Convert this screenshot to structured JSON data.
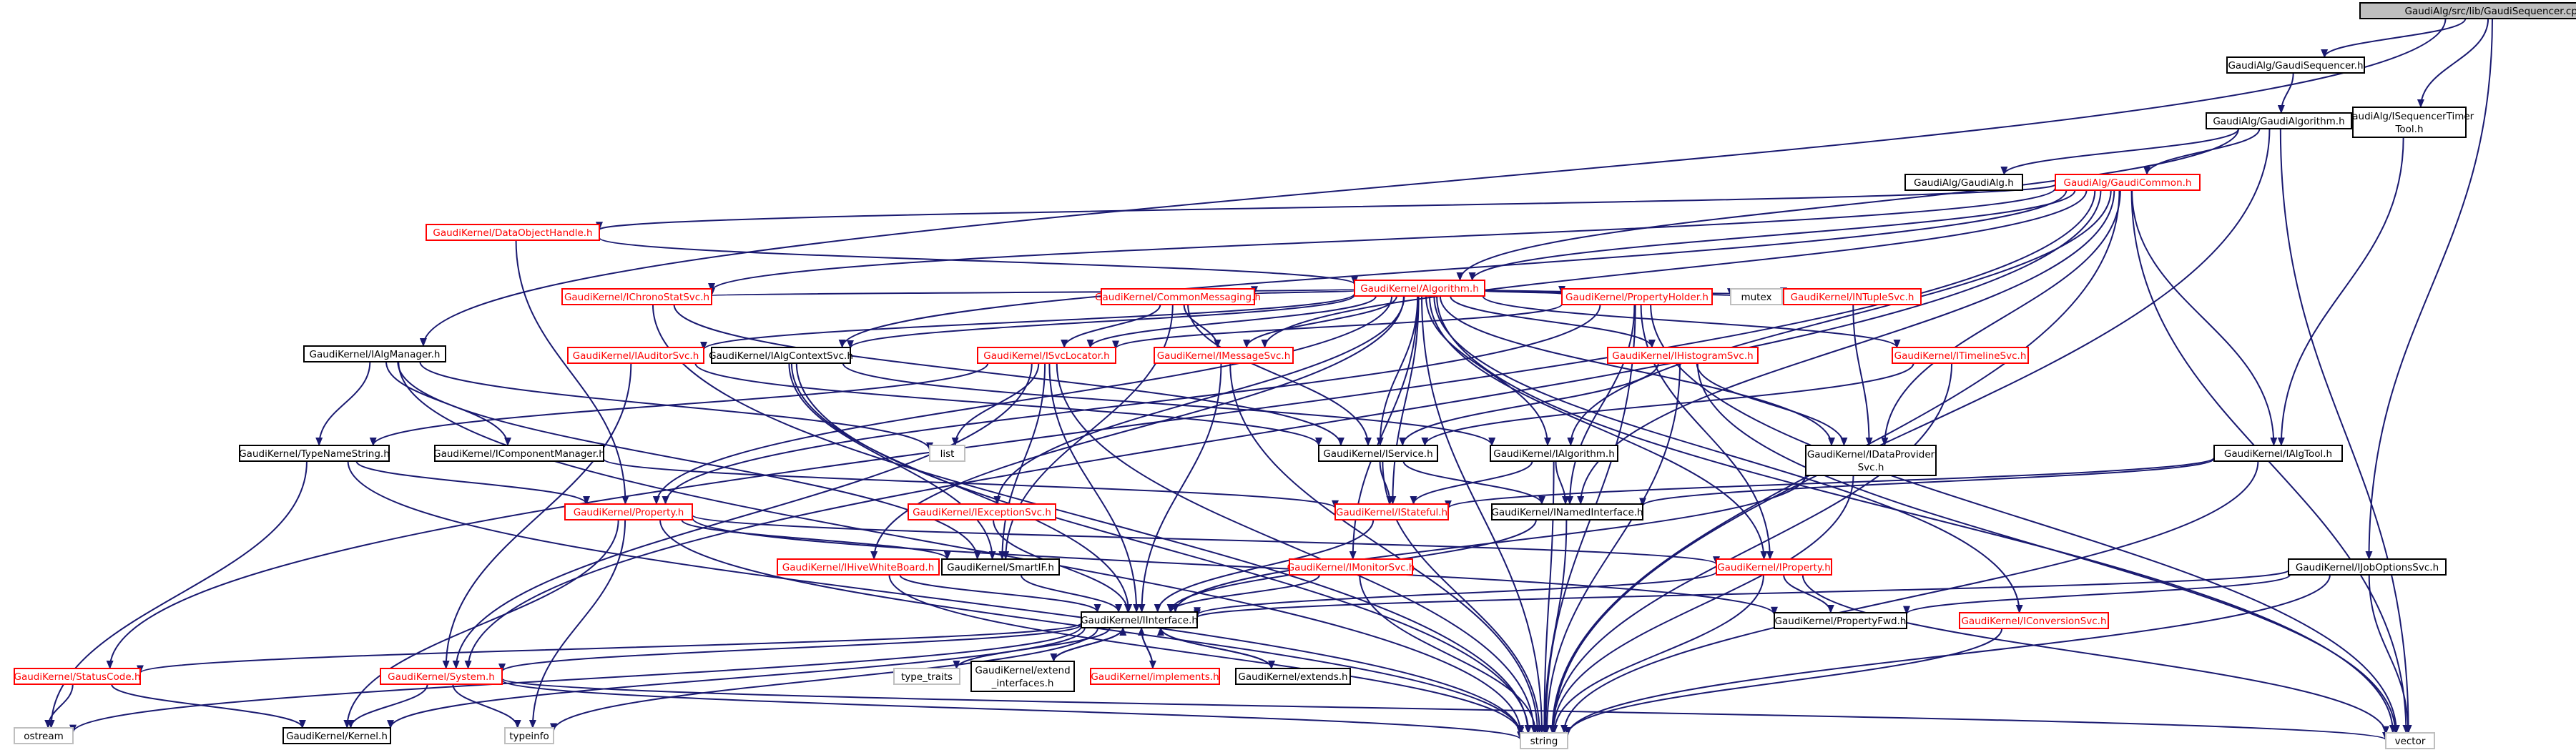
{
  "diagram": {
    "colors": {
      "edge": "#191970",
      "node_border_normal": "#000000",
      "node_border_external": "#bfbfbf",
      "node_border_missing": "#ff0000",
      "root_fill": "#bfbfbf",
      "text_normal": "#000000",
      "text_missing": "#ff0000",
      "text_external": "#000000"
    },
    "nodes": [
      {
        "id": "root",
        "lines": [
          "GaudiAlg/src/lib/GaudiSequencer.cpp"
        ],
        "kind": "root"
      },
      {
        "id": "seq_h",
        "lines": [
          "GaudiAlg/GaudiSequencer.h"
        ],
        "kind": "normal"
      },
      {
        "id": "seqtimer",
        "lines": [
          "GaudiAlg/ISequencerTimer",
          "Tool.h"
        ],
        "kind": "normal"
      },
      {
        "id": "galgorithm",
        "lines": [
          "GaudiAlg/GaudiAlgorithm.h"
        ],
        "kind": "normal"
      },
      {
        "id": "galg",
        "lines": [
          "GaudiAlg/GaudiAlg.h"
        ],
        "kind": "normal"
      },
      {
        "id": "gcommon",
        "lines": [
          "GaudiAlg/GaudiCommon.h"
        ],
        "kind": "missing"
      },
      {
        "id": "dataobjhandle",
        "lines": [
          "GaudiKernel/DataObjectHandle.h"
        ],
        "kind": "missing"
      },
      {
        "id": "algorithm",
        "lines": [
          "GaudiKernel/Algorithm.h"
        ],
        "kind": "missing"
      },
      {
        "id": "chronostat",
        "lines": [
          "GaudiKernel/IChronoStatSvc.h"
        ],
        "kind": "missing"
      },
      {
        "id": "commonmsg",
        "lines": [
          "GaudiKernel/CommonMessaging.h"
        ],
        "kind": "missing"
      },
      {
        "id": "propholder",
        "lines": [
          "GaudiKernel/PropertyHolder.h"
        ],
        "kind": "missing"
      },
      {
        "id": "mutex",
        "lines": [
          "mutex"
        ],
        "kind": "external"
      },
      {
        "id": "ntuplesvc",
        "lines": [
          "GaudiKernel/INTupleSvc.h"
        ],
        "kind": "missing"
      },
      {
        "id": "ialgmanager",
        "lines": [
          "GaudiKernel/IAlgManager.h"
        ],
        "kind": "normal"
      },
      {
        "id": "iauditorsvc",
        "lines": [
          "GaudiKernel/IAuditorSvc.h"
        ],
        "kind": "missing"
      },
      {
        "id": "ialgcontextsvc",
        "lines": [
          "GaudiKernel/IAlgContextSvc.h"
        ],
        "kind": "normal"
      },
      {
        "id": "isvclocator",
        "lines": [
          "GaudiKernel/ISvcLocator.h"
        ],
        "kind": "missing"
      },
      {
        "id": "imessagesvc",
        "lines": [
          "GaudiKernel/IMessageSvc.h"
        ],
        "kind": "missing"
      },
      {
        "id": "ihistogramsvc",
        "lines": [
          "GaudiKernel/IHistogramSvc.h"
        ],
        "kind": "missing"
      },
      {
        "id": "itimelinesvc",
        "lines": [
          "GaudiKernel/ITimelineSvc.h"
        ],
        "kind": "missing"
      },
      {
        "id": "list",
        "lines": [
          "list"
        ],
        "kind": "external"
      },
      {
        "id": "typenamestring",
        "lines": [
          "GaudiKernel/TypeNameString.h"
        ],
        "kind": "normal"
      },
      {
        "id": "componentmgr",
        "lines": [
          "GaudiKernel/IComponentManager.h"
        ],
        "kind": "normal"
      },
      {
        "id": "iservice",
        "lines": [
          "GaudiKernel/IService.h"
        ],
        "kind": "normal"
      },
      {
        "id": "ialgorithm",
        "lines": [
          "GaudiKernel/IAlgorithm.h"
        ],
        "kind": "normal"
      },
      {
        "id": "idataprovider",
        "lines": [
          "GaudiKernel/IDataProvider",
          "Svc.h"
        ],
        "kind": "normal"
      },
      {
        "id": "ialgtool",
        "lines": [
          "GaudiKernel/IAlgTool.h"
        ],
        "kind": "normal"
      },
      {
        "id": "property",
        "lines": [
          "GaudiKernel/Property.h"
        ],
        "kind": "missing"
      },
      {
        "id": "iexceptionsvc",
        "lines": [
          "GaudiKernel/IExceptionSvc.h"
        ],
        "kind": "missing"
      },
      {
        "id": "istateful",
        "lines": [
          "GaudiKernel/IStateful.h"
        ],
        "kind": "missing"
      },
      {
        "id": "inamedinterface",
        "lines": [
          "GaudiKernel/INamedInterface.h"
        ],
        "kind": "normal"
      },
      {
        "id": "ihivewhiteboard",
        "lines": [
          "GaudiKernel/IHiveWhiteBoard.h"
        ],
        "kind": "missing"
      },
      {
        "id": "smartif",
        "lines": [
          "GaudiKernel/SmartIF.h"
        ],
        "kind": "normal"
      },
      {
        "id": "imonitorsvc",
        "lines": [
          "GaudiKernel/IMonitorSvc.h"
        ],
        "kind": "missing"
      },
      {
        "id": "iproperty",
        "lines": [
          "GaudiKernel/IProperty.h"
        ],
        "kind": "missing"
      },
      {
        "id": "ijoboptionssvc",
        "lines": [
          "GaudiKernel/IJobOptionsSvc.h"
        ],
        "kind": "normal"
      },
      {
        "id": "iinterface",
        "lines": [
          "GaudiKernel/IInterface.h"
        ],
        "kind": "normal"
      },
      {
        "id": "statuscode",
        "lines": [
          "GaudiKernel/StatusCode.h"
        ],
        "kind": "missing"
      },
      {
        "id": "system",
        "lines": [
          "GaudiKernel/System.h"
        ],
        "kind": "missing"
      },
      {
        "id": "type_traits",
        "lines": [
          "type_traits"
        ],
        "kind": "external"
      },
      {
        "id": "extend_interfaces",
        "lines": [
          "GaudiKernel/extend",
          "_interfaces.h"
        ],
        "kind": "normal"
      },
      {
        "id": "implements",
        "lines": [
          "GaudiKernel/implements.h"
        ],
        "kind": "missing"
      },
      {
        "id": "extends",
        "lines": [
          "GaudiKernel/extends.h"
        ],
        "kind": "normal"
      },
      {
        "id": "propertyfwd",
        "lines": [
          "GaudiKernel/PropertyFwd.h"
        ],
        "kind": "normal"
      },
      {
        "id": "iconversionsvc",
        "lines": [
          "GaudiKernel/IConversionSvc.h"
        ],
        "kind": "missing"
      },
      {
        "id": "ostream",
        "lines": [
          "ostream"
        ],
        "kind": "external"
      },
      {
        "id": "kernel",
        "lines": [
          "GaudiKernel/Kernel.h"
        ],
        "kind": "normal"
      },
      {
        "id": "typeinfo",
        "lines": [
          "typeinfo"
        ],
        "kind": "external"
      },
      {
        "id": "string",
        "lines": [
          "string"
        ],
        "kind": "external"
      },
      {
        "id": "vector",
        "lines": [
          "vector"
        ],
        "kind": "external"
      }
    ],
    "edges": [
      [
        "root",
        "seq_h"
      ],
      [
        "root",
        "seqtimer"
      ],
      [
        "root",
        "ialgmanager"
      ],
      [
        "root",
        "ijoboptionssvc"
      ],
      [
        "seq_h",
        "galgorithm"
      ],
      [
        "seqtimer",
        "ialgtool"
      ],
      [
        "galgorithm",
        "galg"
      ],
      [
        "galgorithm",
        "gcommon"
      ],
      [
        "galgorithm",
        "algorithm"
      ],
      [
        "galgorithm",
        "string"
      ],
      [
        "galgorithm",
        "vector"
      ],
      [
        "gcommon",
        "dataobjhandle"
      ],
      [
        "gcommon",
        "algorithm"
      ],
      [
        "gcommon",
        "chronostat"
      ],
      [
        "gcommon",
        "imessagesvc"
      ],
      [
        "gcommon",
        "ialgtool"
      ],
      [
        "gcommon",
        "idataprovider"
      ],
      [
        "gcommon",
        "ialgorithm"
      ],
      [
        "gcommon",
        "statuscode"
      ],
      [
        "gcommon",
        "system"
      ],
      [
        "gcommon",
        "ialgcontextsvc"
      ],
      [
        "gcommon",
        "string"
      ],
      [
        "gcommon",
        "vector"
      ],
      [
        "gcommon",
        "inamedinterface"
      ],
      [
        "dataobjhandle",
        "algorithm"
      ],
      [
        "dataobjhandle",
        "property"
      ],
      [
        "algorithm",
        "chronostat"
      ],
      [
        "algorithm",
        "commonmsg"
      ],
      [
        "algorithm",
        "propholder"
      ],
      [
        "algorithm",
        "mutex"
      ],
      [
        "algorithm",
        "ntuplesvc"
      ],
      [
        "algorithm",
        "iauditorsvc"
      ],
      [
        "algorithm",
        "ialgcontextsvc"
      ],
      [
        "algorithm",
        "isvclocator"
      ],
      [
        "algorithm",
        "imessagesvc"
      ],
      [
        "algorithm",
        "ihistogramsvc"
      ],
      [
        "algorithm",
        "itimelinesvc"
      ],
      [
        "algorithm",
        "iservice"
      ],
      [
        "algorithm",
        "ialgorithm"
      ],
      [
        "algorithm",
        "idataprovider"
      ],
      [
        "algorithm",
        "iexceptionsvc"
      ],
      [
        "algorithm",
        "istateful"
      ],
      [
        "algorithm",
        "ihivewhiteboard"
      ],
      [
        "algorithm",
        "imonitorsvc"
      ],
      [
        "algorithm",
        "iproperty"
      ],
      [
        "algorithm",
        "iconversionsvc"
      ],
      [
        "algorithm",
        "property"
      ],
      [
        "algorithm",
        "string"
      ],
      [
        "algorithm",
        "vector"
      ],
      [
        "chronostat",
        "iservice"
      ],
      [
        "chronostat",
        "string"
      ],
      [
        "commonmsg",
        "imessagesvc"
      ],
      [
        "commonmsg",
        "isvclocator"
      ],
      [
        "commonmsg",
        "iservice"
      ],
      [
        "commonmsg",
        "smartif"
      ],
      [
        "propholder",
        "isvclocator"
      ],
      [
        "propholder",
        "iproperty"
      ],
      [
        "propholder",
        "property"
      ],
      [
        "propholder",
        "inamedinterface"
      ],
      [
        "propholder",
        "string"
      ],
      [
        "propholder",
        "vector"
      ],
      [
        "ntuplesvc",
        "idataprovider"
      ],
      [
        "ialgmanager",
        "list"
      ],
      [
        "ialgmanager",
        "typenamestring"
      ],
      [
        "ialgmanager",
        "componentmgr"
      ],
      [
        "ialgmanager",
        "smartif"
      ],
      [
        "ialgmanager",
        "string"
      ],
      [
        "iauditorsvc",
        "iservice"
      ],
      [
        "iauditorsvc",
        "system"
      ],
      [
        "ialgcontextsvc",
        "iinterface"
      ],
      [
        "ialgcontextsvc",
        "smartif"
      ],
      [
        "ialgcontextsvc",
        "ialgorithm"
      ],
      [
        "ialgcontextsvc",
        "string"
      ],
      [
        "isvclocator",
        "iinterface"
      ],
      [
        "isvclocator",
        "list"
      ],
      [
        "isvclocator",
        "smartif"
      ],
      [
        "isvclocator",
        "system"
      ],
      [
        "isvclocator",
        "string"
      ],
      [
        "isvclocator",
        "typenamestring"
      ],
      [
        "imessagesvc",
        "iinterface"
      ],
      [
        "imessagesvc",
        "string"
      ],
      [
        "ihistogramsvc",
        "iservice"
      ],
      [
        "ihistogramsvc",
        "idataprovider"
      ],
      [
        "ihistogramsvc",
        "string"
      ],
      [
        "ihistogramsvc",
        "vector"
      ],
      [
        "itimelinesvc",
        "iservice"
      ],
      [
        "itimelinesvc",
        "string"
      ],
      [
        "typenamestring",
        "property"
      ],
      [
        "typenamestring",
        "string"
      ],
      [
        "typenamestring",
        "ostream"
      ],
      [
        "componentmgr",
        "istateful"
      ],
      [
        "iservice",
        "istateful"
      ],
      [
        "iservice",
        "inamedinterface"
      ],
      [
        "iservice",
        "string"
      ],
      [
        "ialgorithm",
        "istateful"
      ],
      [
        "ialgorithm",
        "inamedinterface"
      ],
      [
        "ialgorithm",
        "string"
      ],
      [
        "idataprovider",
        "iinterface"
      ],
      [
        "idataprovider",
        "string"
      ],
      [
        "ialgtool",
        "istateful"
      ],
      [
        "ialgtool",
        "inamedinterface"
      ],
      [
        "ialgtool",
        "string"
      ],
      [
        "property",
        "iproperty"
      ],
      [
        "property",
        "propertyfwd"
      ],
      [
        "property",
        "smartif"
      ],
      [
        "property",
        "kernel"
      ],
      [
        "property",
        "string"
      ],
      [
        "property",
        "typeinfo"
      ],
      [
        "iexceptionsvc",
        "iinterface"
      ],
      [
        "istateful",
        "iinterface"
      ],
      [
        "inamedinterface",
        "iinterface"
      ],
      [
        "inamedinterface",
        "string"
      ],
      [
        "ihivewhiteboard",
        "iinterface"
      ],
      [
        "ihivewhiteboard",
        "string"
      ],
      [
        "smartif",
        "iinterface"
      ],
      [
        "imonitorsvc",
        "iinterface"
      ],
      [
        "imonitorsvc",
        "string"
      ],
      [
        "iproperty",
        "iinterface"
      ],
      [
        "iproperty",
        "propertyfwd"
      ],
      [
        "iproperty",
        "string"
      ],
      [
        "iproperty",
        "vector"
      ],
      [
        "ijoboptionssvc",
        "iinterface"
      ],
      [
        "ijoboptionssvc",
        "propertyfwd"
      ],
      [
        "ijoboptionssvc",
        "string"
      ],
      [
        "ijoboptionssvc",
        "vector"
      ],
      [
        "iinterface",
        "statuscode"
      ],
      [
        "iinterface",
        "system"
      ],
      [
        "iinterface",
        "type_traits"
      ],
      [
        "iinterface",
        "extend_interfaces"
      ],
      [
        "iinterface",
        "implements"
      ],
      [
        "iinterface",
        "extends"
      ],
      [
        "iinterface",
        "ostream"
      ],
      [
        "iinterface",
        "kernel"
      ],
      [
        "iinterface",
        "typeinfo"
      ],
      [
        "extend_interfaces",
        "iinterface"
      ],
      [
        "implements",
        "iinterface"
      ],
      [
        "extends",
        "iinterface"
      ],
      [
        "statuscode",
        "ostream"
      ],
      [
        "statuscode",
        "kernel"
      ],
      [
        "system",
        "kernel"
      ],
      [
        "system",
        "string"
      ],
      [
        "system",
        "typeinfo"
      ],
      [
        "system",
        "vector"
      ],
      [
        "iconversionsvc",
        "string"
      ]
    ]
  }
}
